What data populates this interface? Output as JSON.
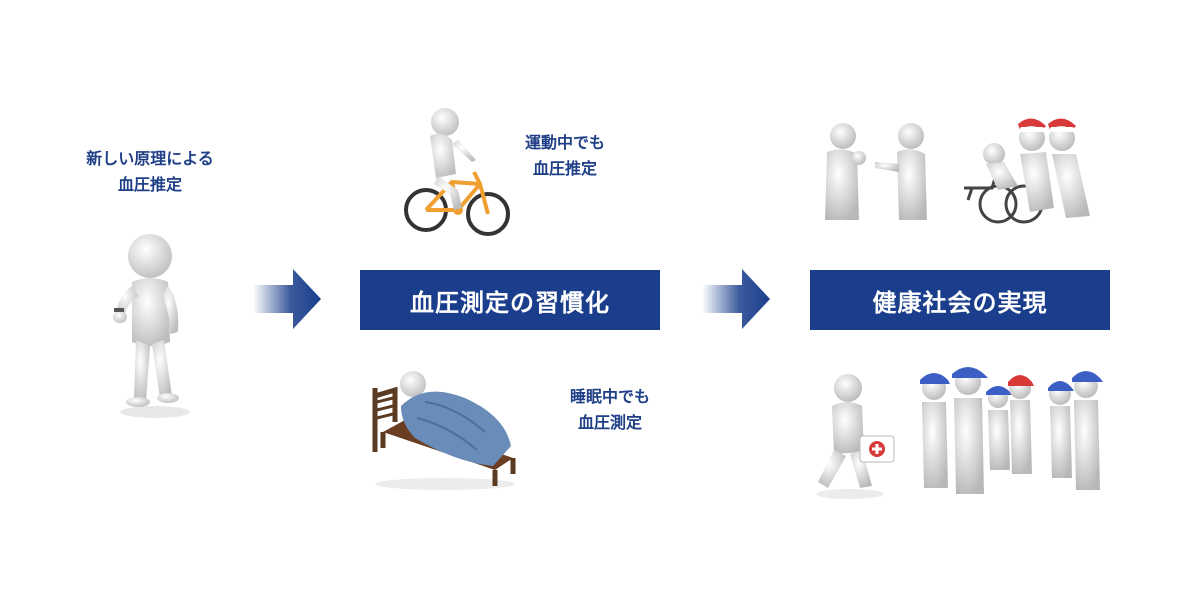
{
  "left": {
    "caption_line1": "新しい原理による",
    "caption_line2": "血圧推定",
    "figure_icon": "person-checking-watch-icon"
  },
  "middle": {
    "box_label": "血圧測定の習慣化",
    "top_caption_line1": "運動中でも",
    "top_caption_line2": "血圧推定",
    "top_icon": "person-on-bicycle-icon",
    "bottom_caption_line1": "睡眠中でも",
    "bottom_caption_line2": "血圧測定",
    "bottom_icon": "person-sleeping-in-bed-icon"
  },
  "right": {
    "box_label": "健康社会の実現",
    "top_icons": [
      "people-with-baby-icon",
      "people-with-wheelchair-icon"
    ],
    "bottom_icons": [
      "person-with-first-aid-kit-icon",
      "group-with-caps-icon"
    ]
  },
  "colors": {
    "primary": "#1a3e8c",
    "caption": "#1f3f86",
    "bike": "#f0a030",
    "blanket": "#6a8cb8",
    "cap_blue": "#3b5fc4",
    "cap_red": "#d83a3a"
  }
}
